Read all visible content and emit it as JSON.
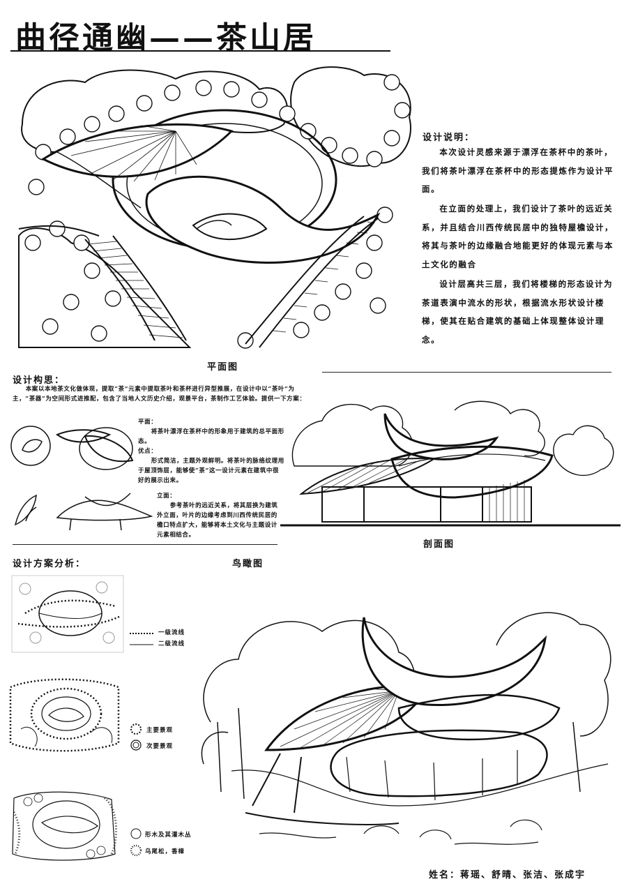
{
  "title": "曲径通幽——茶山居",
  "plan_label": "平面图",
  "section_label": "剖面图",
  "aerial_label": "鸟瞰图",
  "design_notes": {
    "heading": "设计说明：",
    "paragraphs": [
      "本次设计灵感来源于漂浮在茶杯中的茶叶，我们将茶叶漂浮在茶杯中的形态提炼作为设计平面。",
      "在立面的处理上，我们设计了茶叶的远近关系，并且结合川西传统民居中的独特屋檐设计，将其与茶叶的边缘融合地能更好的体现元素与本土文化的融合",
      "设计层高共三层，我们将楼梯的形态设计为茶道表演中流水的形状，根据流水形状设计楼梯，使其在贴合建筑的基础上体现整体设计理念。"
    ]
  },
  "concept": {
    "heading": "设计构思：",
    "intro": "本案以本地茶文化做体现，提取“茶”元素中提取茶叶和茶杯进行异型推展，在设计中以“茶叶”为主，“茶器”为空间形式进推配，包含了当地人文历史介绍，观景平台，茶制作工艺体验。提供一下方案：",
    "plan_title": "平面：",
    "plan_text": "将茶叶漂浮在茶杯中的形象用于建筑的总平面形态。",
    "advantage_title": "优点：",
    "advantage_text": "形式简洁，主题外观鲜明。将茶叶的脉络纹理用于屋顶饰层，能够使“茶”这一设计元素在建筑中很好的展示出来。",
    "elevation_title": "立面：",
    "elevation_text": "参考茶叶的远近关系，将其层换为建筑外立面，叶片的边缘考虑到川西传统民居的檐口特点扩大，能够将本土文化与主题设计元素相结合。"
  },
  "analysis": {
    "heading": "设计方案分析：",
    "legend1": [
      {
        "style": "dotted",
        "label": "一级流线"
      },
      {
        "style": "solid",
        "label": "二级流线"
      }
    ],
    "legend2": [
      {
        "label": "主要景观"
      },
      {
        "label": "次要景观"
      }
    ],
    "legend3": [
      {
        "label": "形木及其灌木丛"
      },
      {
        "label": "乌尾松，香樟"
      }
    ]
  },
  "authors": "姓名：蒋瑶、舒晴、张洁、张成宇"
}
